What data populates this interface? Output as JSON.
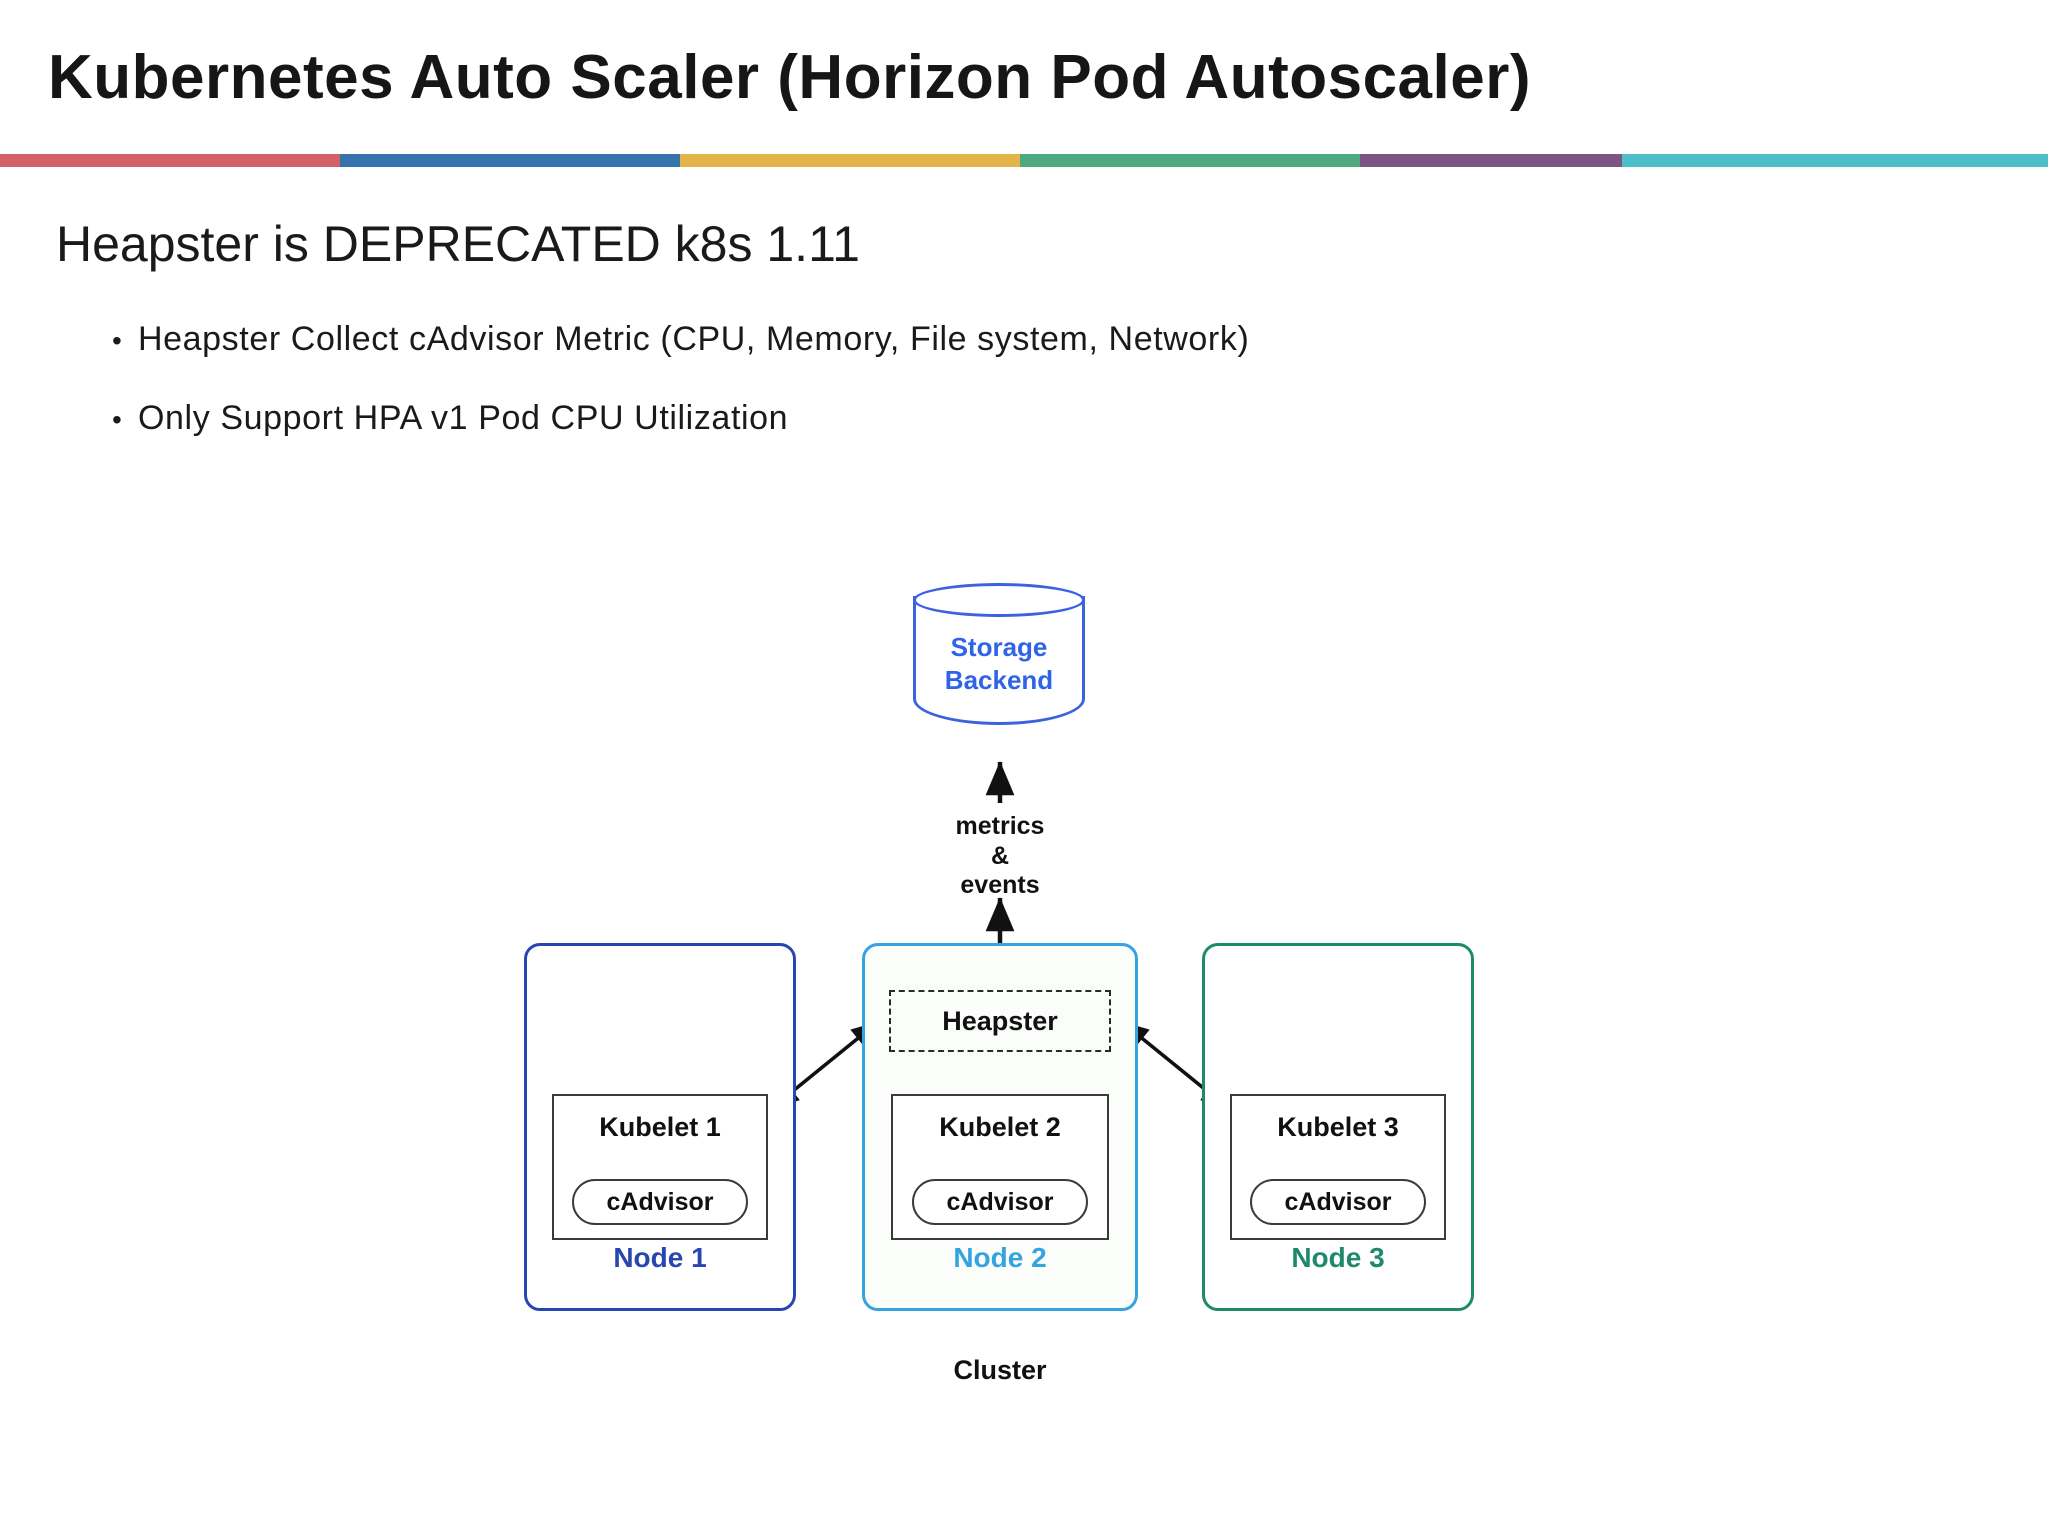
{
  "slide": {
    "title": "Kubernetes Auto Scaler (Horizon Pod Autoscaler)",
    "subtitle": "Heapster is DEPRECATED k8s 1.11",
    "bullets": [
      {
        "marker": "•",
        "text": "Heapster  Collect  cAdvisor  Metric  (CPU,  Memory,  File  system,  Network)"
      },
      {
        "marker": "•",
        "text": "Only  Support  HPA  v1  Pod  CPU  Utilization"
      }
    ]
  },
  "accent_bar": {
    "segments": [
      {
        "name": "red",
        "color": "#d4606a",
        "width_pct": 16.6
      },
      {
        "name": "blue",
        "color": "#3573ad",
        "width_pct": 16.6
      },
      {
        "name": "yellow",
        "color": "#e2b44a",
        "width_pct": 16.6
      },
      {
        "name": "green",
        "color": "#4fa97e",
        "width_pct": 16.6
      },
      {
        "name": "purple",
        "color": "#7d5584",
        "width_pct": 16.8
      },
      {
        "name": "teal",
        "color": "#4cc0c6",
        "width_pct": 16.8
      }
    ]
  },
  "diagram": {
    "storage": {
      "label_line1": "Storage",
      "label_line2": "Backend",
      "color": "#2f63e8"
    },
    "flow_label": {
      "line1": "metrics",
      "line2": "&",
      "line3": "events"
    },
    "heapster": {
      "label": "Heapster"
    },
    "cluster_label": "Cluster",
    "nodes": [
      {
        "id": "node-1",
        "label": "Node 1",
        "border_color": "#2746b0",
        "kubelet": "Kubelet 1",
        "cadvisor": "cAdvisor",
        "has_heapster": false
      },
      {
        "id": "node-2",
        "label": "Node 2",
        "border_color": "#35a3e0",
        "kubelet": "Kubelet 2",
        "cadvisor": "cAdvisor",
        "has_heapster": true
      },
      {
        "id": "node-3",
        "label": "Node 3",
        "border_color": "#1f8a6b",
        "kubelet": "Kubelet 3",
        "cadvisor": "cAdvisor",
        "has_heapster": false
      }
    ]
  }
}
